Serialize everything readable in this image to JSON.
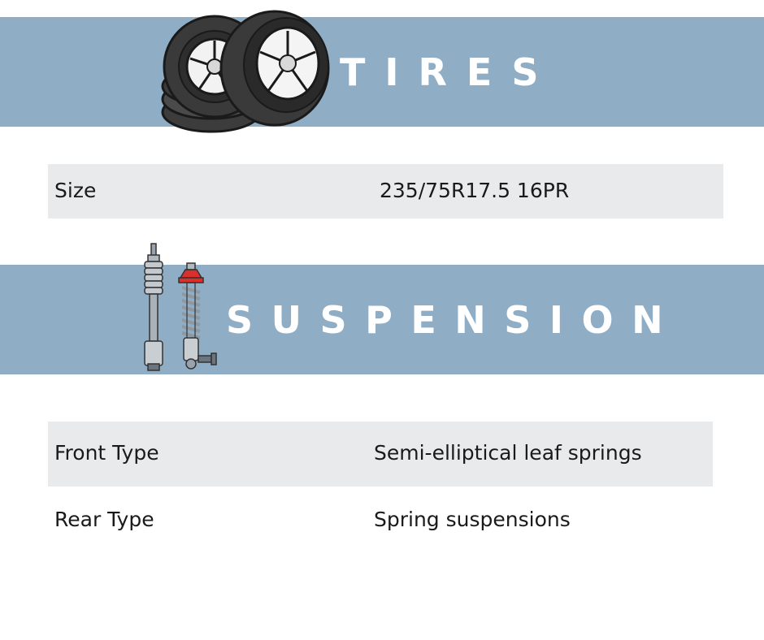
{
  "tires": {
    "heading": "TIRES",
    "illustration_icon": "stacked-tires-icon",
    "rows": [
      {
        "label": "Size",
        "value": "235/75R17.5 16PR"
      }
    ]
  },
  "suspension": {
    "heading": "SUSPENSION",
    "illustration_icon": "shock-absorbers-icon",
    "rows": [
      {
        "label": "Front Type",
        "value": "Semi-elliptical leaf springs"
      },
      {
        "label": "Rear Type",
        "value": "Spring suspensions"
      }
    ]
  },
  "colors": {
    "banner": "#8fadc5",
    "row_shade": "#e9eaec",
    "heading_text": "#ffffff",
    "body_text": "#1a1a1a"
  }
}
